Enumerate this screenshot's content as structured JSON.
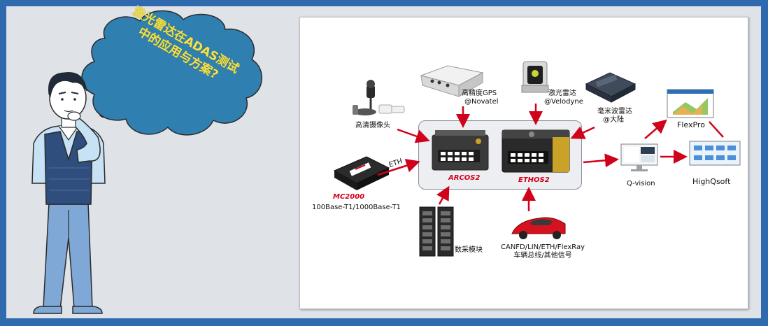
{
  "bubble": {
    "line1": "激光雷达在ADAS测试",
    "line2": "中的应用与方案?"
  },
  "devices": {
    "hd_camera": "高清摄像头",
    "gps_line1": "高精度GPS",
    "gps_line2": "@Novatel",
    "lidar_line1": "激光雷达",
    "lidar_line2": "@Velodyne",
    "radar_line1": "毫米波雷达",
    "radar_line2": "@大陆",
    "mc2000": "MC2000",
    "mc2000_desc": "100Base-T1/1000Base-T1",
    "eth": "ETH",
    "arcos2": "ARCOS2",
    "ethos2": "ETHOS2",
    "daq": "数采模块",
    "vehicle_line1": "CANFD/LIN/ETH/FlexRay",
    "vehicle_line2": "车辆总线/其他信号",
    "qvision": "Q-vision",
    "flexpro": "FlexPro",
    "highqsoft": "HighQsoft"
  },
  "colors": {
    "frame": "#2e6aad",
    "bubble": "#2f7fb0",
    "bubble_text": "#f3e14a",
    "arrow": "#d0021b",
    "shirt": "#c7e2f5",
    "vest": "#2f4e7e",
    "pants": "#7fa8d6"
  }
}
